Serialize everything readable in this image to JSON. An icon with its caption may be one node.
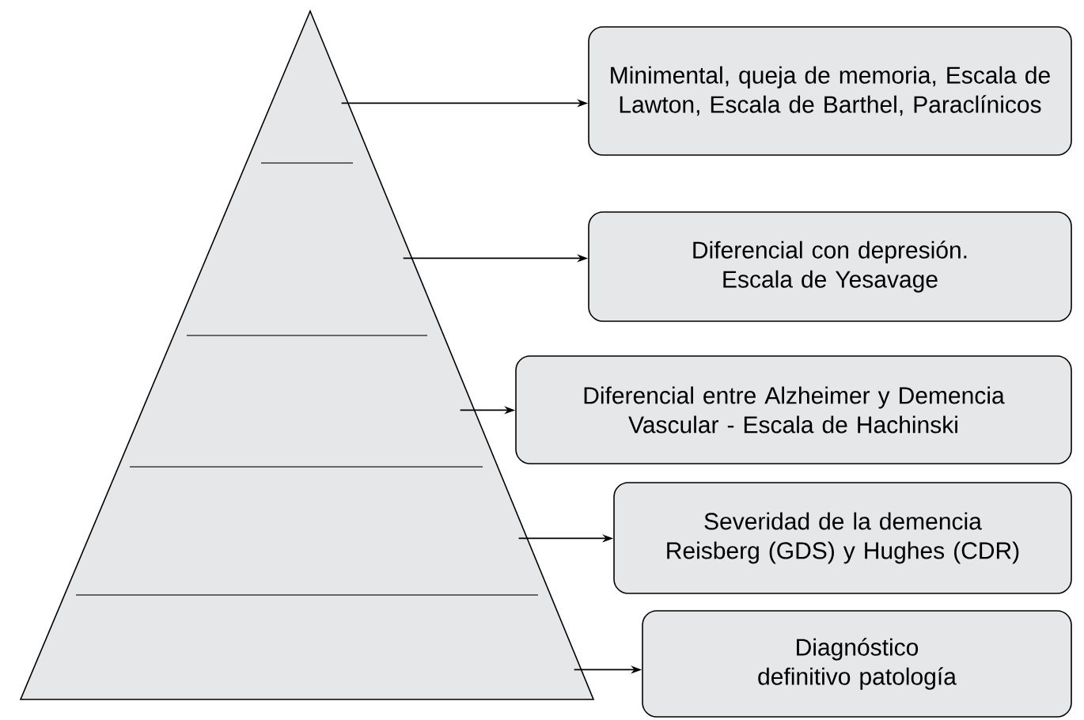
{
  "diagram": {
    "nodes": [
      {
        "text": [],
        "shape": "triangle"
      },
      {
        "text": [
          "Minimental, queja de memoria, Escala de Lawton, Escala de Barthel, Paraclínicos"
        ]
      },
      {
        "text": [
          "Diferencial con depresión. Escala de Yesavage"
        ]
      },
      {
        "text": [
          "Diferencial entre Alzheimer y Demencia Vascular - Escala de Hachinski"
        ]
      },
      {
        "text": [
          "Severidad de la demencia Reisberg (GDS) y Hughes (CDR)"
        ]
      },
      {
        "text": [
          "Diagnóstico definitivo patología"
        ]
      }
    ],
    "edges": [
      {
        "from": 0,
        "to": 1,
        "arrow": "to"
      },
      {
        "from": 0,
        "to": 2,
        "arrow": "to"
      },
      {
        "from": 0,
        "to": 3,
        "arrow": "to"
      },
      {
        "from": 0,
        "to": 4,
        "arrow": "to"
      },
      {
        "from": 0,
        "to": 5,
        "arrow": "to"
      }
    ]
  }
}
